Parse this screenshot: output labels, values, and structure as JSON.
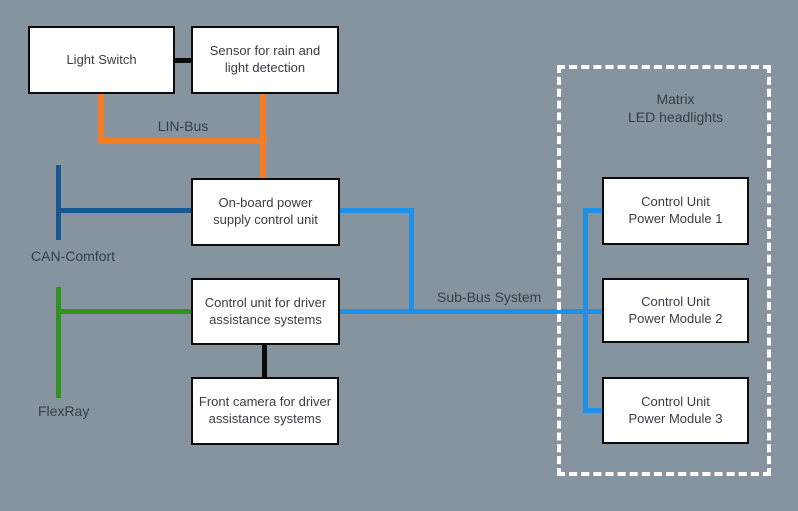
{
  "diagram": {
    "title": "vehicle-light-bus-topology",
    "background_color": "#8694A0",
    "text_color": "#373e45",
    "nodes": {
      "light_switch": "Light Switch",
      "rain_light_sensor": "Sensor for rain and\nlight detection",
      "onboard_power": "On-board power\nsupply control unit",
      "driver_assist": "Control unit for driver\nassistance systems",
      "front_camera": "Front camera for driver\nassistance systems",
      "power_module_1": "Control Unit\nPower Module 1",
      "power_module_2": "Control Unit\nPower Module 2",
      "power_module_3": "Control Unit\nPower Module 3"
    },
    "group": {
      "label": "Matrix\nLED headlights",
      "border_color": "#ffffff"
    },
    "buses": {
      "lin": {
        "label": "LIN-Bus",
        "color": "#F57D23"
      },
      "can_comfort": {
        "label": "CAN-Comfort",
        "color": "#17598F"
      },
      "flexray": {
        "label": "FlexRay",
        "color": "#2E941E"
      },
      "sub_bus": {
        "label": "Sub-Bus System",
        "color": "#1E90E8"
      },
      "direct_link": {
        "color": "#0b0b0b"
      }
    }
  }
}
